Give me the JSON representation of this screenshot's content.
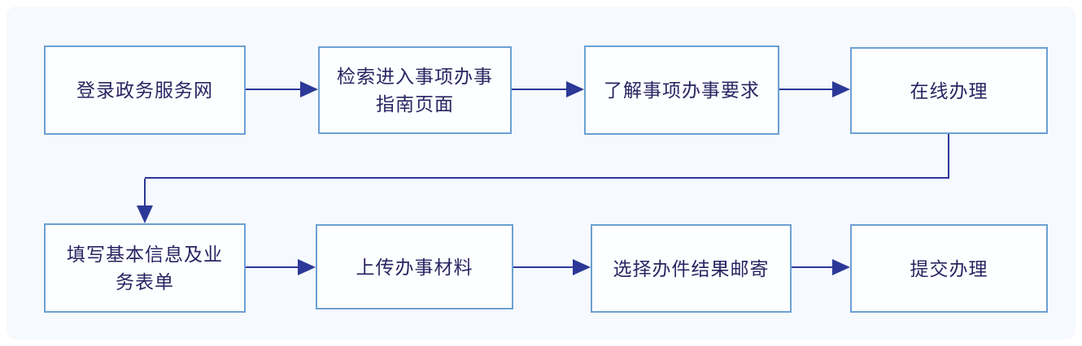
{
  "colors": {
    "page_bg": "#ffffff",
    "card_bg": "#f6f9fd",
    "node_bg": "#fdfeff",
    "node_border": "#6ba0d4",
    "arrow": "#2c3897",
    "text": "#2a2462"
  },
  "flowchart": {
    "nodes": [
      {
        "id": "step-1",
        "label": "登录政务服务网"
      },
      {
        "id": "step-2",
        "label": "检索进入事项办事指南页面"
      },
      {
        "id": "step-3",
        "label": "了解事项办事要求"
      },
      {
        "id": "step-4",
        "label": "在线办理"
      },
      {
        "id": "step-5",
        "label": "填写基本信息及业务表单"
      },
      {
        "id": "step-6",
        "label": "上传办事材料"
      },
      {
        "id": "step-7",
        "label": "选择办件结果邮寄"
      },
      {
        "id": "step-8",
        "label": "提交办理"
      }
    ],
    "edges": [
      {
        "from": "step-1",
        "to": "step-2",
        "type": "straight-right"
      },
      {
        "from": "step-2",
        "to": "step-3",
        "type": "straight-right"
      },
      {
        "from": "step-3",
        "to": "step-4",
        "type": "straight-right"
      },
      {
        "from": "step-4",
        "to": "step-5",
        "type": "elbow-down-left-down"
      },
      {
        "from": "step-5",
        "to": "step-6",
        "type": "straight-right"
      },
      {
        "from": "step-6",
        "to": "step-7",
        "type": "straight-right"
      },
      {
        "from": "step-7",
        "to": "step-8",
        "type": "straight-right"
      }
    ]
  }
}
